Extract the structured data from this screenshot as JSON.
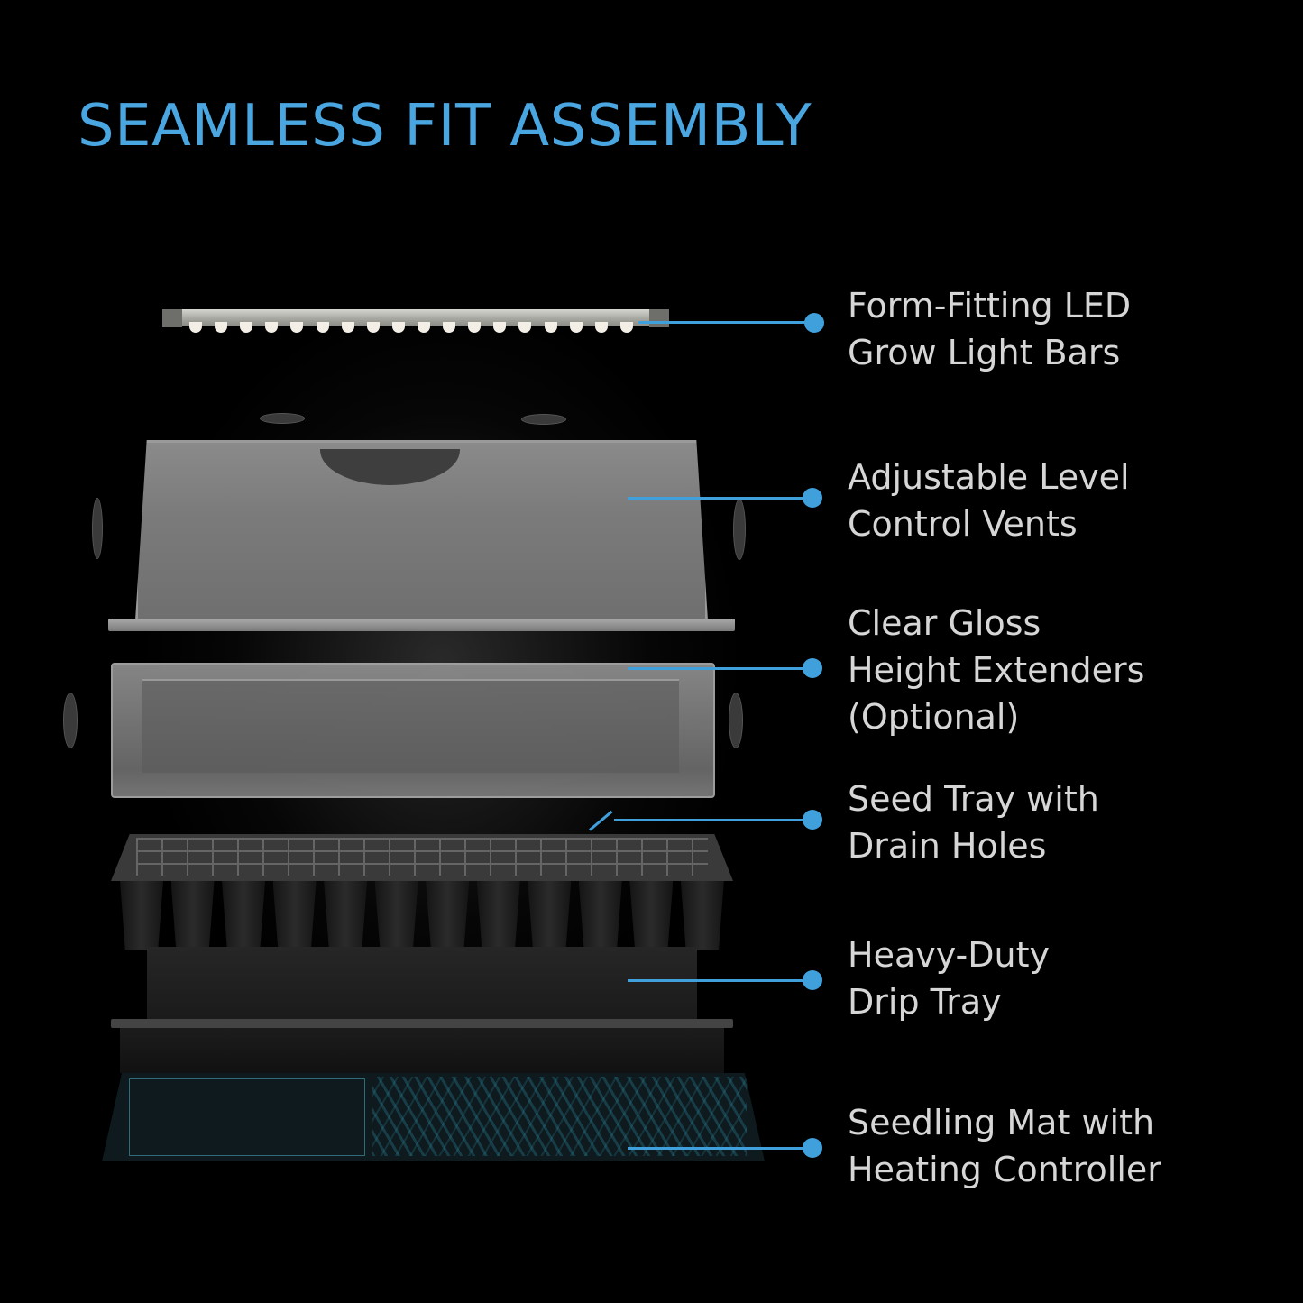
{
  "title": "SEAMLESS FIT ASSEMBLY",
  "colors": {
    "accent": "#3fa0dc",
    "title": "#4aa6e0",
    "label_text": "#d6d6d6",
    "background": "#000000"
  },
  "callouts": [
    {
      "id": "led",
      "lines": [
        "Form-Fitting LED",
        "Grow Light Bars"
      ]
    },
    {
      "id": "vents",
      "lines": [
        "Adjustable Level",
        "Control Vents"
      ]
    },
    {
      "id": "extenders",
      "lines": [
        "Clear Gloss",
        "Height Extenders",
        "(Optional)"
      ]
    },
    {
      "id": "seed-tray",
      "lines": [
        "Seed Tray with",
        "Drain Holes"
      ]
    },
    {
      "id": "drip-tray",
      "lines": [
        "Heavy-Duty",
        "Drip Tray"
      ]
    },
    {
      "id": "mat",
      "lines": [
        "Seedling Mat with",
        "Heating Controller"
      ]
    }
  ],
  "components": [
    "LED grow light bar",
    "Humidity dome with vents",
    "Height extender",
    "Seed cell tray",
    "Drip tray",
    "Heat mat"
  ]
}
